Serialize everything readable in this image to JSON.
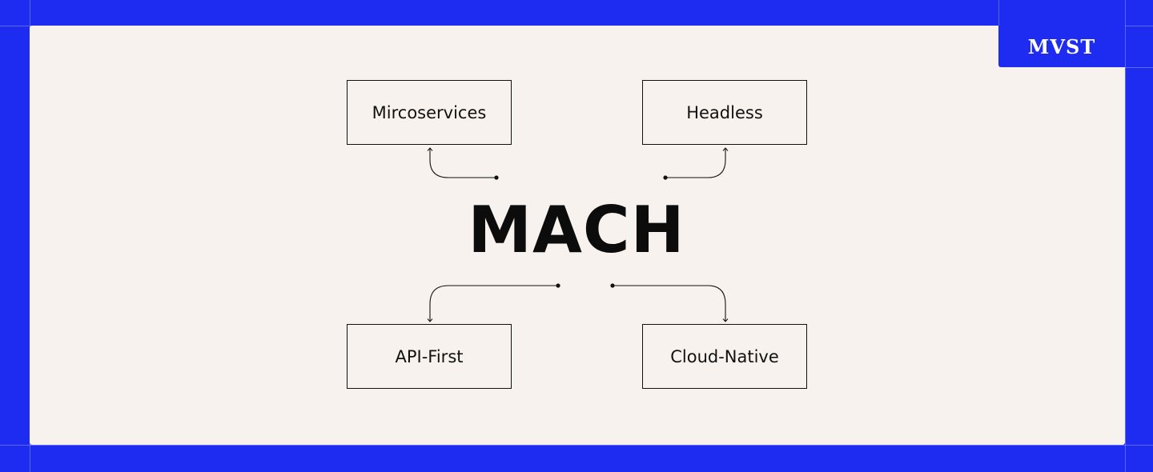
{
  "brand": {
    "logo_text": "MVST"
  },
  "diagram": {
    "center_label": "MACH",
    "nodes": {
      "top_left": {
        "label": "Mircoservices"
      },
      "top_right": {
        "label": "Headless"
      },
      "bottom_left": {
        "label": "API-First"
      },
      "bottom_right": {
        "label": "Cloud-Native"
      }
    },
    "edges": [
      {
        "from": "MACH",
        "to": "Mircoservices"
      },
      {
        "from": "MACH",
        "to": "Headless"
      },
      {
        "from": "MACH",
        "to": "API-First"
      },
      {
        "from": "MACH",
        "to": "Cloud-Native"
      }
    ]
  },
  "colors": {
    "frame": "#1e2bf0",
    "panel": "#f7f2ed",
    "ink": "#111111"
  }
}
